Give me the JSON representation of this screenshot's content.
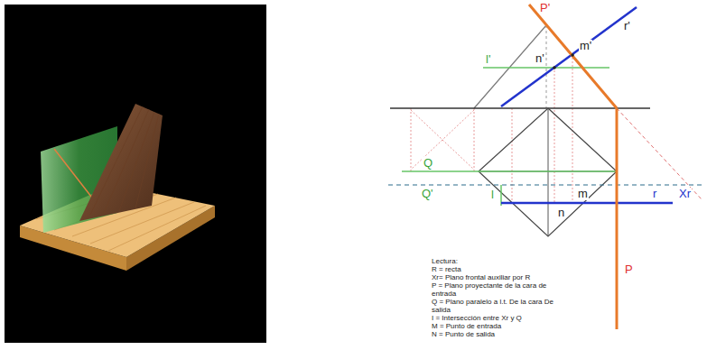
{
  "diagram": {
    "labels": [
      "P'",
      "r'",
      "l'",
      "n'",
      "m'",
      "Q",
      "Q'",
      "l",
      "m",
      "n",
      "r",
      "Xr",
      "P",
      "Lectura:",
      "R = recta",
      "Xr= Plano frontal auxiliar por R",
      "P = Plano proyectante de la cara de entrada",
      "Q = Plano paralelo a l.t. De la cara De salida",
      "I = Intersección entre Xr y Q",
      "M = Punto de entrada",
      "N = Punto de salida"
    ]
  }
}
